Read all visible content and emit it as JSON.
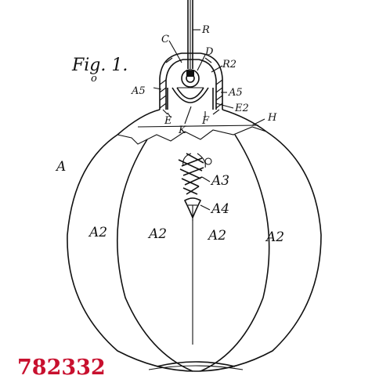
{
  "figure_title": "Fig. 1.",
  "figure_subscript": "o",
  "patent_number": "782332",
  "colors": {
    "ink": "#111111",
    "patent_number": "#c8102e",
    "background": "#ffffff"
  },
  "labels": {
    "R": "R",
    "C": "C",
    "D": "D",
    "R2": "R2",
    "A5_left": "A5",
    "A5_right": "A5",
    "E2": "E2",
    "E_left": "E",
    "K": "K",
    "F": "F",
    "H": "H",
    "A": "A",
    "A3": "A3",
    "A4": "A4",
    "A2_1": "A2",
    "A2_2": "A2",
    "A2_3": "A2",
    "A2_4": "A2"
  }
}
